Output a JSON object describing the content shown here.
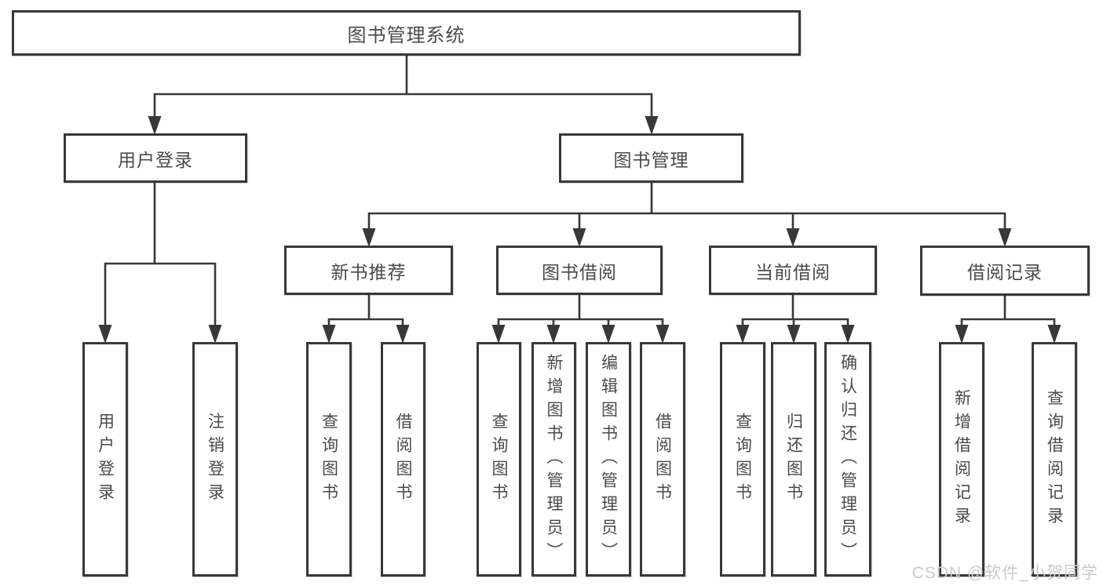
{
  "diagram": {
    "type": "hierarchy",
    "root": {
      "label": "图书管理系统"
    },
    "level2": [
      {
        "label": "用户登录",
        "parent": "图书管理系统"
      },
      {
        "label": "图书管理",
        "parent": "图书管理系统"
      }
    ],
    "level3": [
      {
        "label": "新书推荐",
        "parent": "图书管理"
      },
      {
        "label": "图书借阅",
        "parent": "图书管理"
      },
      {
        "label": "当前借阅",
        "parent": "图书管理"
      },
      {
        "label": "借阅记录",
        "parent": "图书管理"
      }
    ],
    "leaves": [
      {
        "label": "用户登录",
        "parent": "用户登录"
      },
      {
        "label": "注销登录",
        "parent": "用户登录"
      },
      {
        "label": "查询图书",
        "parent": "新书推荐"
      },
      {
        "label": "借阅图书",
        "parent": "新书推荐"
      },
      {
        "label": "查询图书",
        "parent": "图书借阅"
      },
      {
        "label": "新增图书（管理员）",
        "parent": "图书借阅"
      },
      {
        "label": "编辑图书（管理员）",
        "parent": "图书借阅"
      },
      {
        "label": "借阅图书",
        "parent": "图书借阅"
      },
      {
        "label": "查询图书",
        "parent": "当前借阅"
      },
      {
        "label": "归还图书",
        "parent": "当前借阅"
      },
      {
        "label": "确认归还（管理员）",
        "parent": "当前借阅"
      },
      {
        "label": "新增借阅记录",
        "parent": "借阅记录"
      },
      {
        "label": "查询借阅记录",
        "parent": "借阅记录"
      }
    ]
  },
  "watermark": {
    "text": "CSDN @软件_小贺同学"
  },
  "colors": {
    "line": "#383838",
    "text": "#4a4a4a",
    "watermark": "#cbcbcb",
    "background": "#ffffff"
  }
}
